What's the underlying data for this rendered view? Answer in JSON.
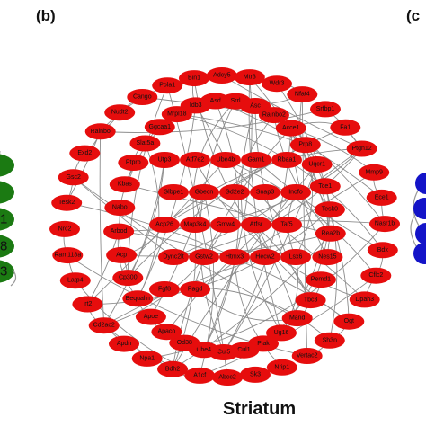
{
  "panels": {
    "b_label": "(b)",
    "c_label": "(c"
  },
  "caption": "Striatum",
  "left_fragment": {
    "color": "#1b7a12",
    "labels": [
      "1",
      "8",
      "3"
    ]
  },
  "right_fragment": {
    "color": "#1414c8"
  },
  "network": {
    "node_color": "#e60d0d",
    "edge_color": "#8c8c8c",
    "outer_ring": [
      "Bin1",
      "Adcy5",
      "Mtr3",
      "Wdr3",
      "Nfat4",
      "Srfbp1",
      "Fa1",
      "Ptgn12",
      "Mmp9",
      "Ece1",
      "Nasr1b",
      "Bdx",
      "Cflc2",
      "Dpah3",
      "Ogt",
      "Sh3n",
      "Vertac2",
      "Nrip1",
      "Sk3",
      "Abcc2",
      "A1cf",
      "Bdh2",
      "Npa1",
      "Apdn",
      "Cd2ac2",
      "Irt2",
      "Latp4",
      "Ram118a",
      "Nrc2",
      "Tesk2",
      "Gsc2",
      "Exd2",
      "Rainbo",
      "Nudt2",
      "Cango",
      "Pola1"
    ],
    "inner_ring": [
      "Asd",
      "Srrl",
      "Asc",
      "Rainbo2",
      "Acce1",
      "Prp8",
      "Uqcr1",
      "Tce1",
      "Tesk0",
      "Rea2b",
      "Nes15",
      "Pemd1",
      "Tbc3",
      "Mand",
      "Ug16",
      "Piak",
      "Cul1",
      "Cul5",
      "Ube4",
      "Od38",
      "Apaco",
      "Apoe",
      "Bequalin",
      "Cp300",
      "Acp",
      "Arbod",
      "Nabo",
      "Kbas",
      "Ptprb",
      "Slat5a",
      "Ggcaa1",
      "Mrpl18",
      "Idb3"
    ],
    "center": [
      "Utp3",
      "Atf7e2",
      "Ube4b",
      "Gam1",
      "Rbaa1",
      "Glbpe1",
      "Gbecn",
      "Gd2e2",
      "Snap3",
      "Inofo",
      "Acp26",
      "Map3k4",
      "Gmw4",
      "Atfsr",
      "Taf5",
      "Dync2lt",
      "Gstw2",
      "Htmx3",
      "Hecw2",
      "Lsx6",
      "Fgf8",
      "Pagd"
    ]
  }
}
